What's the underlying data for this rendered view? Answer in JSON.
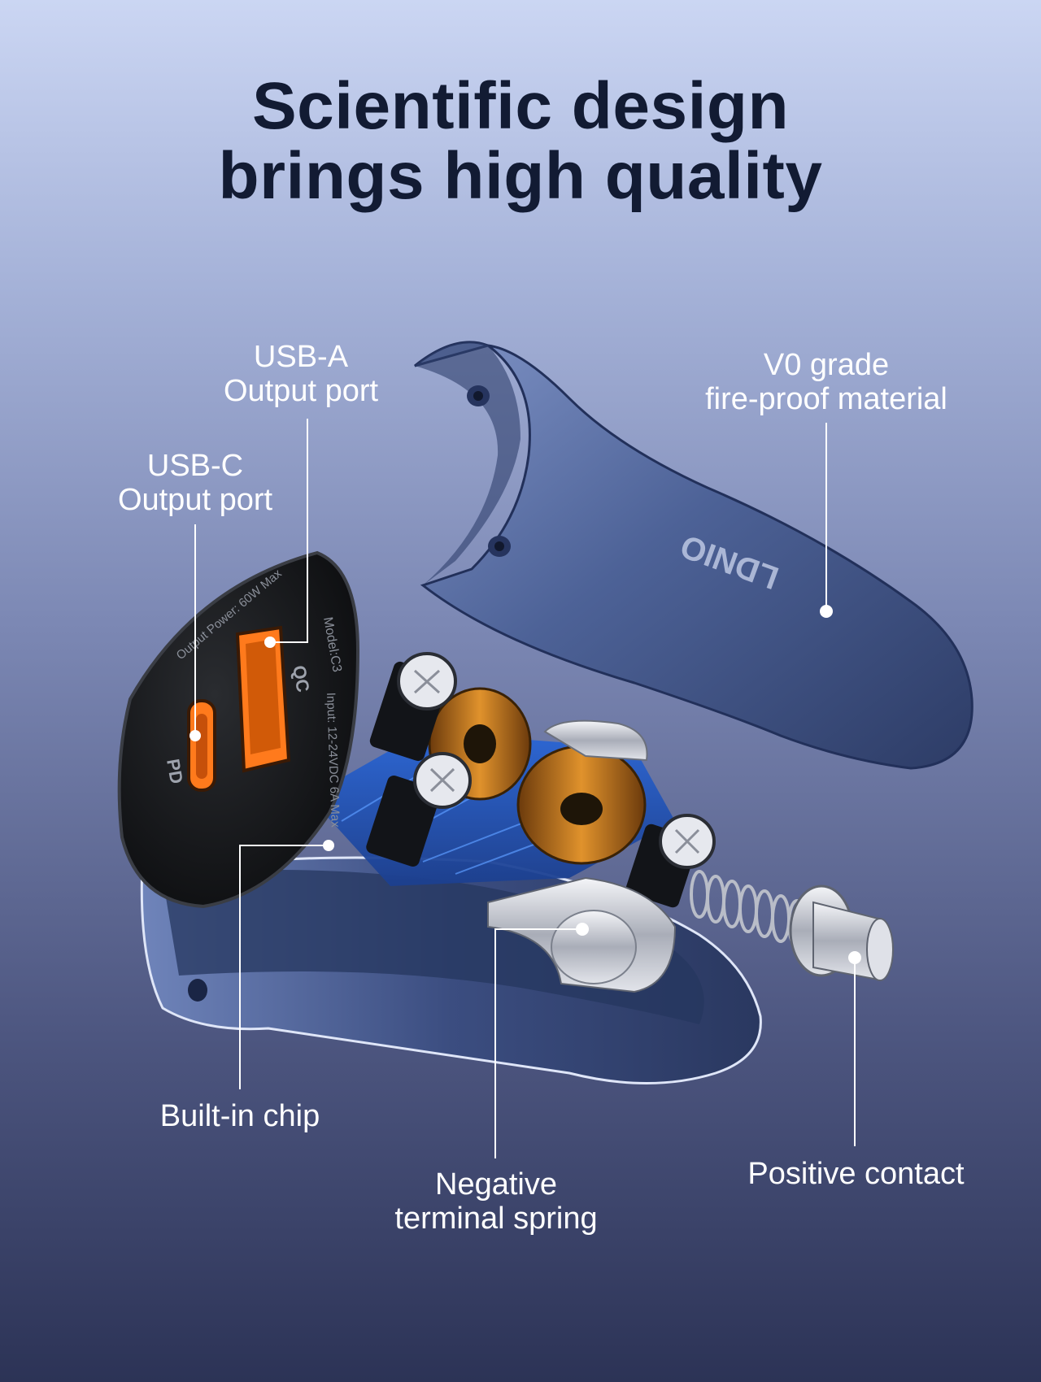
{
  "headline": {
    "line1": "Scientific design",
    "line2": "brings high quality"
  },
  "callouts": {
    "usb_a": {
      "line1": "USB-A",
      "line2": "Output port"
    },
    "v0": {
      "line1": "V0 grade",
      "line2": "fire-proof material"
    },
    "usb_c": {
      "line1": "USB-C",
      "line2": "Output port"
    },
    "chip": {
      "line1": "Built-in chip"
    },
    "spring": {
      "line1": "Negative",
      "line2": "terminal spring"
    },
    "contact": {
      "line1": "Positive contact"
    }
  },
  "product": {
    "brand": "LDNIO",
    "model": "Model:C3",
    "input": "Input: 12-24VDC 6A Max",
    "output": "Output Power: 60W Max",
    "qc_mark": "QC",
    "pd_mark": "PD"
  },
  "colors": {
    "accent_orange": "#ff7a1c",
    "shell_blue": "#4a5f93"
  }
}
